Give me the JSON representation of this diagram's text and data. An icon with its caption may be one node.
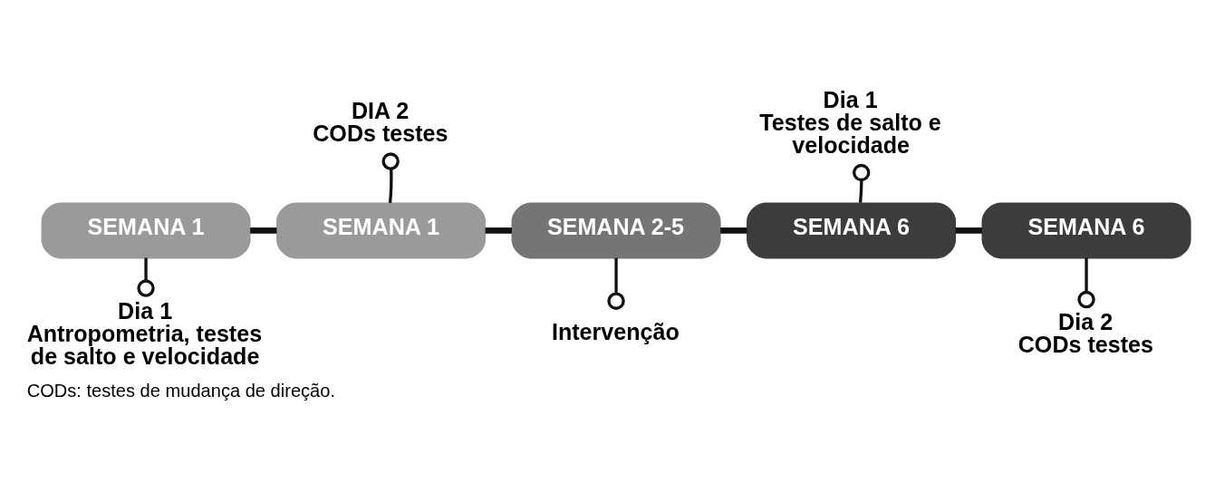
{
  "diagram": {
    "caption": "CODs: testes de mudança de direção.",
    "nodes": [
      {
        "text": [
          "SEMANA 1"
        ]
      },
      {
        "text": [
          "SEMANA 1"
        ]
      },
      {
        "text": [
          "SEMANA 2-5"
        ]
      },
      {
        "text": [
          "SEMANA 6"
        ]
      },
      {
        "text": [
          "SEMANA 6"
        ]
      },
      {
        "text": [
          "Dia 1",
          "Antropometria, testes de salto e velocidade"
        ]
      },
      {
        "text": [
          "DIA 2",
          "CODs testes"
        ]
      },
      {
        "text": [
          "Intervenção"
        ]
      },
      {
        "text": [
          "Dia 1",
          "Testes de salto e velocidade"
        ]
      },
      {
        "text": [
          "Dia 2",
          "CODs testes"
        ]
      }
    ],
    "edges": [
      {
        "from": 0,
        "to": 1,
        "arrow": "none",
        "style": "thick"
      },
      {
        "from": 1,
        "to": 2,
        "arrow": "none",
        "style": "thick"
      },
      {
        "from": 2,
        "to": 3,
        "arrow": "none",
        "style": "thick"
      },
      {
        "from": 3,
        "to": 4,
        "arrow": "none",
        "style": "thick"
      },
      {
        "from": 0,
        "to": 5,
        "arrow": "other"
      },
      {
        "from": 1,
        "to": 6,
        "arrow": "other"
      },
      {
        "from": 2,
        "to": 7,
        "arrow": "other"
      },
      {
        "from": 3,
        "to": 8,
        "arrow": "other"
      },
      {
        "from": 4,
        "to": 9,
        "arrow": "other"
      }
    ]
  }
}
